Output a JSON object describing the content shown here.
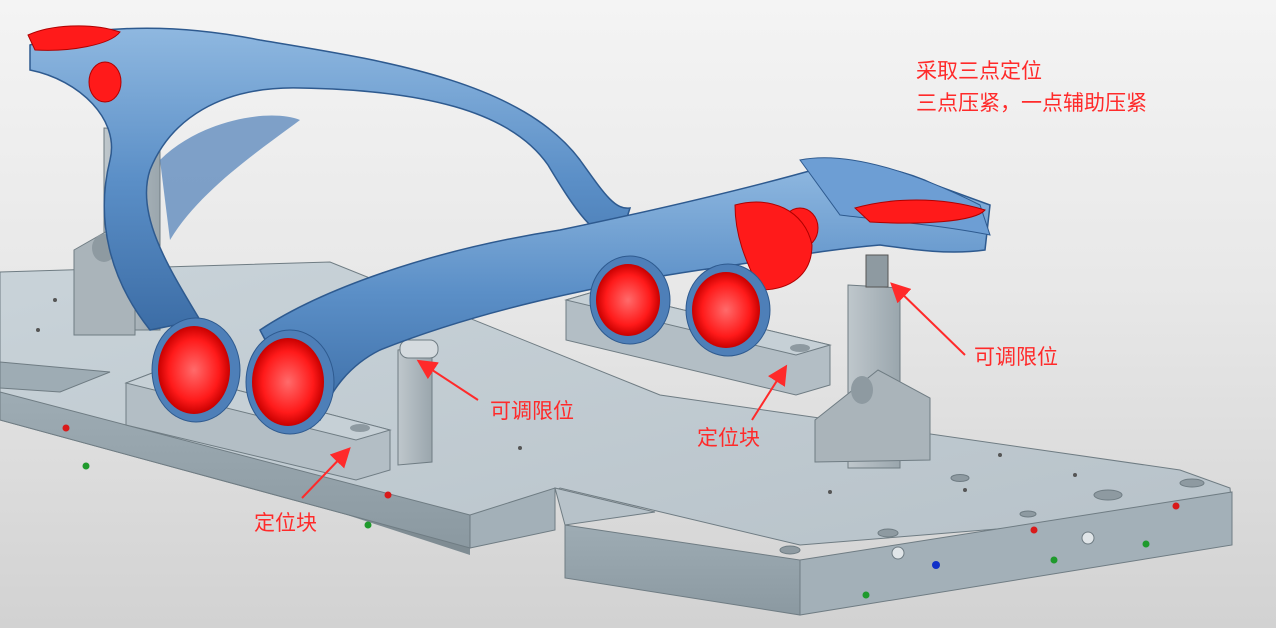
{
  "notes": {
    "line1": "采取三点定位",
    "line2": "三点压紧，一点辅助压紧"
  },
  "labels": {
    "adjustable_stop_left": "可调限位",
    "adjustable_stop_right": "可调限位",
    "locating_block_left": "定位块",
    "locating_block_middle": "定位块"
  },
  "colors": {
    "part_blue": "#5b8fc7",
    "contact_red": "#ff1a1a",
    "fixture_gray": "#a9b5bc",
    "annotation_red": "#ff2a2a"
  }
}
